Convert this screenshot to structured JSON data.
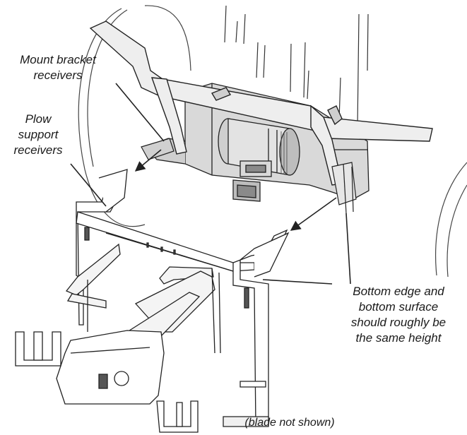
{
  "diagram": {
    "callouts": {
      "mount_bracket": "Mount bracket\nreceivers",
      "plow_support": "Plow\nsupport\nreceivers",
      "bottom_edge": "Bottom edge and\nbottom surface\nshould roughly be\nthe same height",
      "blade_note": "(blade not shown)"
    },
    "colors": {
      "line": "#222222",
      "light_gray": "#d9d9d9",
      "mid_gray": "#bdbdbd",
      "dark_gray": "#8a8a8a",
      "fill_white": "#ffffff"
    }
  }
}
